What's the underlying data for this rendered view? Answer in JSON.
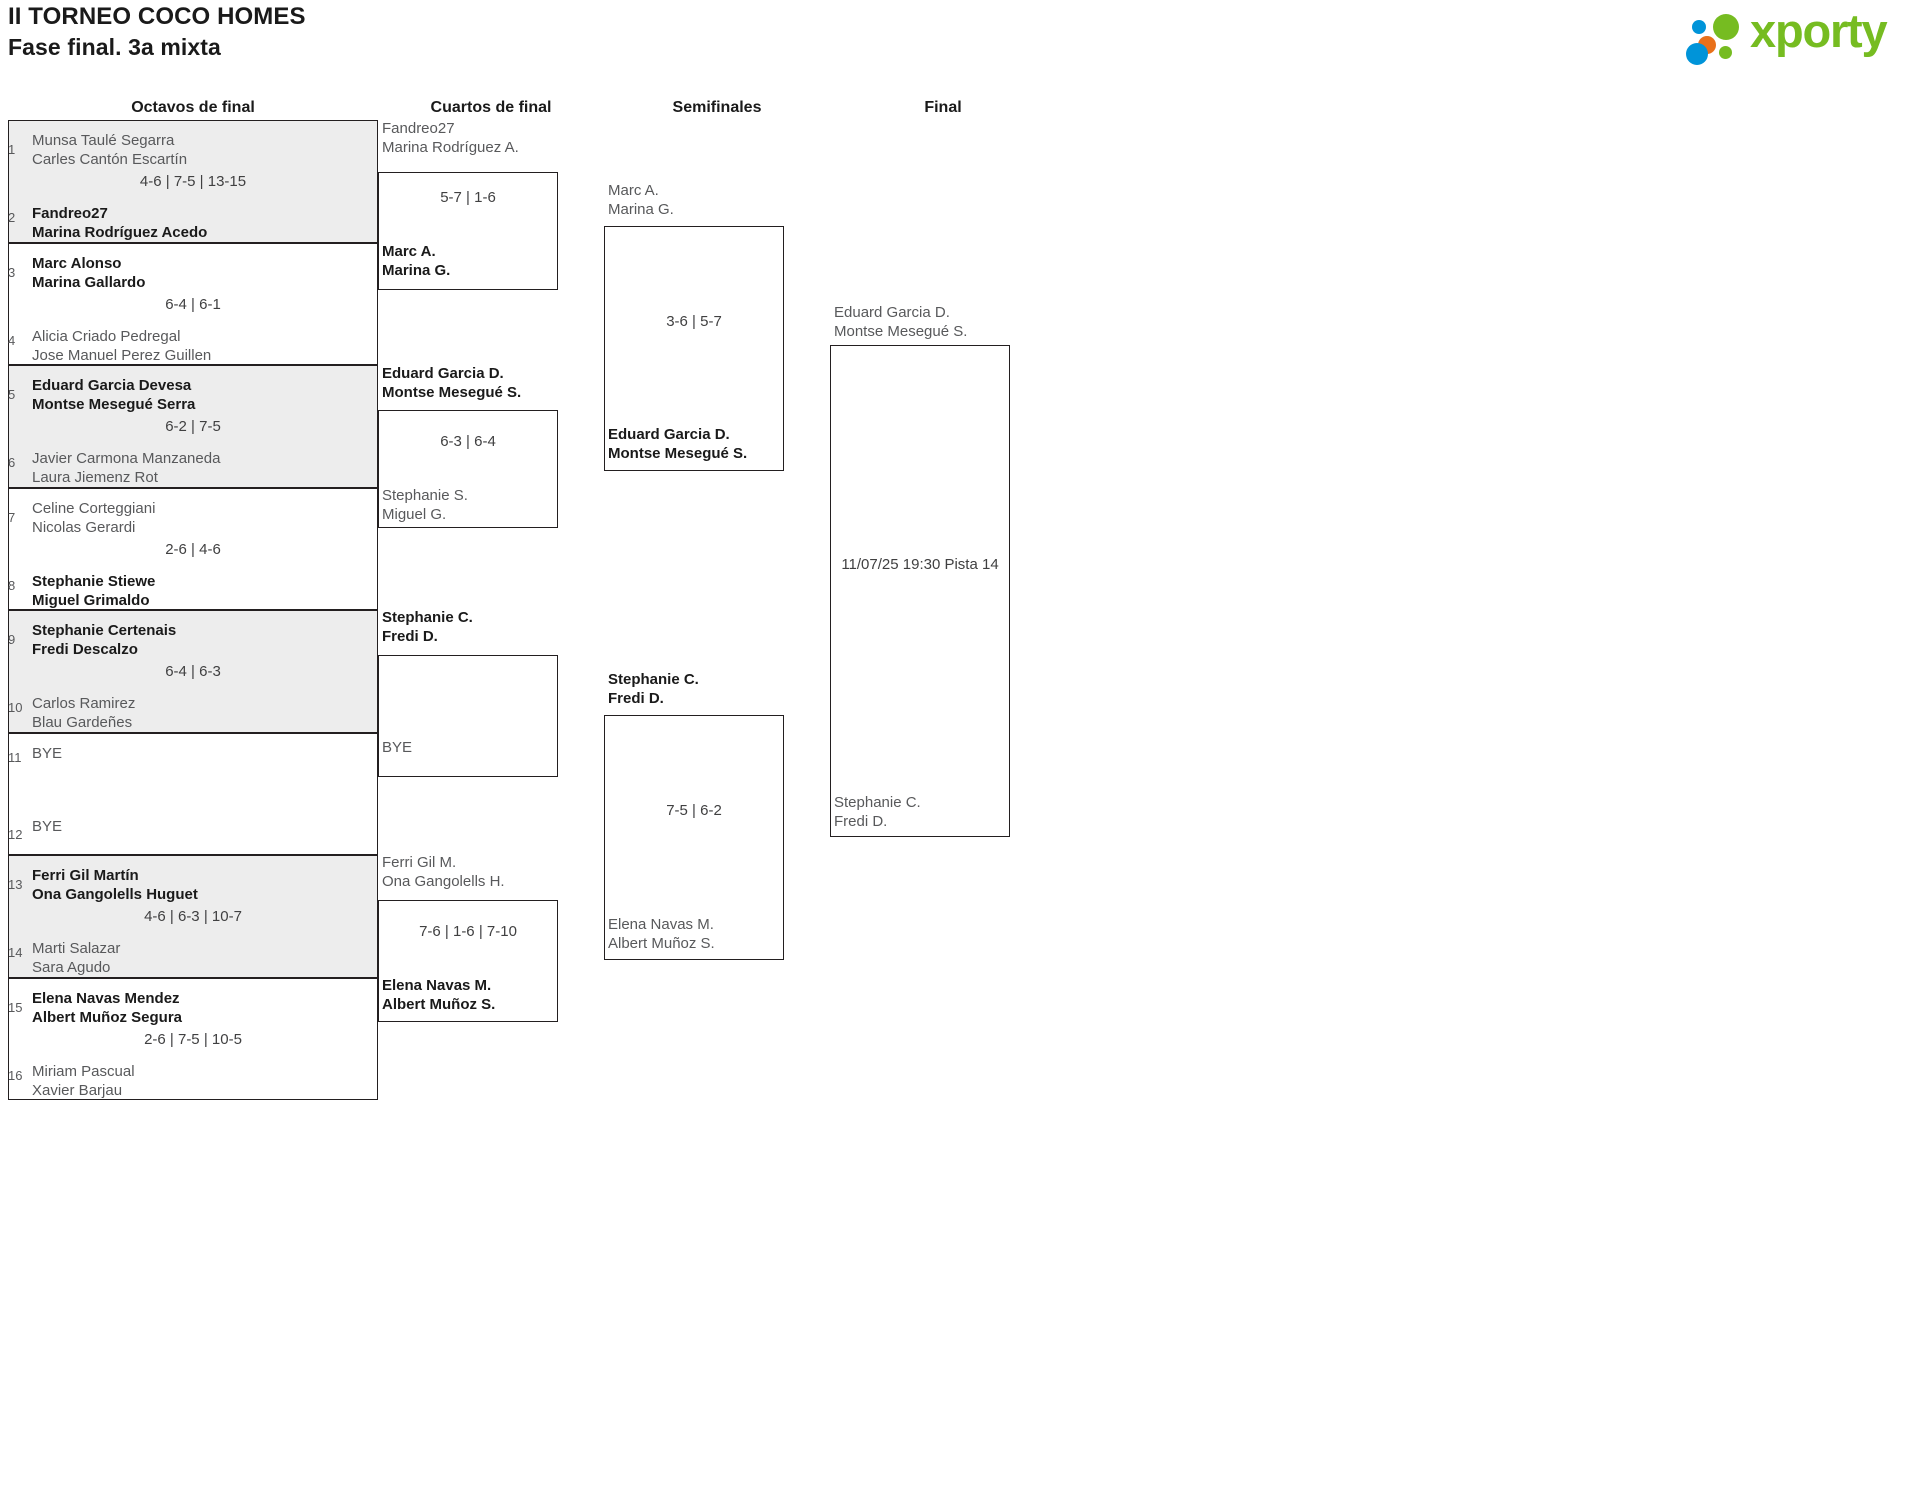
{
  "header": {
    "tournament_title": "II TORNEO COCO HOMES",
    "phase_title": "Fase final. 3a mixta",
    "logo_text": "xporty"
  },
  "rounds": [
    {
      "label": "Octavos de final"
    },
    {
      "label": "Cuartos de final"
    },
    {
      "label": "Semifinales"
    },
    {
      "label": "Final"
    }
  ],
  "bye_label": "BYE",
  "round_of_16": [
    {
      "seed_top": "1",
      "top_line1": "Munsa Taulé Segarra",
      "top_line2": "Carles Cantón Escartín",
      "score": "4-6 | 7-5 | 13-15",
      "seed_bottom": "2",
      "bottom_line1": "Fandreo27",
      "bottom_line2": "Marina Rodríguez Acedo",
      "winner": "bottom",
      "shaded": true
    },
    {
      "seed_top": "3",
      "top_line1": "Marc Alonso",
      "top_line2": "Marina Gallardo",
      "score": "6-4 | 6-1",
      "seed_bottom": "4",
      "bottom_line1": "Alicia Criado Pedregal",
      "bottom_line2": "Jose Manuel Perez Guillen",
      "winner": "top",
      "shaded": false
    },
    {
      "seed_top": "5",
      "top_line1": "Eduard Garcia Devesa",
      "top_line2": "Montse Mesegué Serra",
      "score": "6-2 | 7-5",
      "seed_bottom": "6",
      "bottom_line1": "Javier Carmona Manzaneda",
      "bottom_line2": "Laura Jiemenz Rot",
      "winner": "top",
      "shaded": true
    },
    {
      "seed_top": "7",
      "top_line1": "Celine Corteggiani",
      "top_line2": "Nicolas Gerardi",
      "score": "2-6 | 4-6",
      "seed_bottom": "8",
      "bottom_line1": "Stephanie Stiewe",
      "bottom_line2": "Miguel Grimaldo",
      "winner": "bottom",
      "shaded": false
    },
    {
      "seed_top": "9",
      "top_line1": "Stephanie Certenais",
      "top_line2": "Fredi Descalzo",
      "score": "6-4 | 6-3",
      "seed_bottom": "10",
      "bottom_line1": "Carlos Ramirez",
      "bottom_line2": "Blau Gardeñes",
      "winner": "top",
      "shaded": true
    },
    {
      "seed_top": "11",
      "top_line1": "BYE",
      "top_line2": "",
      "score": "",
      "seed_bottom": "12",
      "bottom_line1": "BYE",
      "bottom_line2": "",
      "winner": "none",
      "shaded": false
    },
    {
      "seed_top": "13",
      "top_line1": "Ferri Gil Martín",
      "top_line2": "Ona Gangolells Huguet",
      "score": "4-6 | 6-3 | 10-7",
      "seed_bottom": "14",
      "bottom_line1": "Marti Salazar",
      "bottom_line2": "Sara Agudo",
      "winner": "top",
      "shaded": true
    },
    {
      "seed_top": "15",
      "top_line1": "Elena Navas Mendez",
      "top_line2": "Albert Muñoz Segura",
      "score": "2-6 | 7-5 | 10-5",
      "seed_bottom": "16",
      "bottom_line1": "Miriam Pascual",
      "bottom_line2": "Xavier Barjau",
      "winner": "top",
      "shaded": false
    }
  ],
  "quarter_finals": [
    {
      "top_line1": "Fandreo27",
      "top_line2": "Marina Rodríguez A.",
      "score": "5-7 | 1-6",
      "bottom_line1": "Marc A.",
      "bottom_line2": "Marina G.",
      "winner": "bottom"
    },
    {
      "top_line1": "Eduard Garcia D.",
      "top_line2": "Montse Mesegué S.",
      "score": "6-3 | 6-4",
      "bottom_line1": "Stephanie S.",
      "bottom_line2": "Miguel G.",
      "winner": "top"
    },
    {
      "top_line1": "Stephanie C.",
      "top_line2": "Fredi D.",
      "score": "",
      "bottom_line1": "BYE",
      "bottom_line2": "",
      "winner": "top"
    },
    {
      "top_line1": "Ferri Gil M.",
      "top_line2": "Ona Gangolells H.",
      "score": "7-6 | 1-6 | 7-10",
      "bottom_line1": "Elena Navas M.",
      "bottom_line2": "Albert Muñoz S.",
      "winner": "bottom"
    }
  ],
  "semi_finals": [
    {
      "top_line1": "Marc A.",
      "top_line2": "Marina G.",
      "score": "3-6 | 5-7",
      "bottom_line1": "Eduard Garcia D.",
      "bottom_line2": "Montse Mesegué S.",
      "winner": "bottom"
    },
    {
      "top_line1": "Stephanie C.",
      "top_line2": "Fredi D.",
      "score": "7-5 | 6-2",
      "bottom_line1": "Elena Navas M.",
      "bottom_line2": "Albert Muñoz S.",
      "winner": "top"
    }
  ],
  "final": {
    "top_line1": "Eduard Garcia D.",
    "top_line2": "Montse Mesegué S.",
    "schedule": "11/07/25 19:30 Pista 14",
    "bottom_line1": "Stephanie C.",
    "bottom_line2": "Fredi D.",
    "winner": "none"
  }
}
